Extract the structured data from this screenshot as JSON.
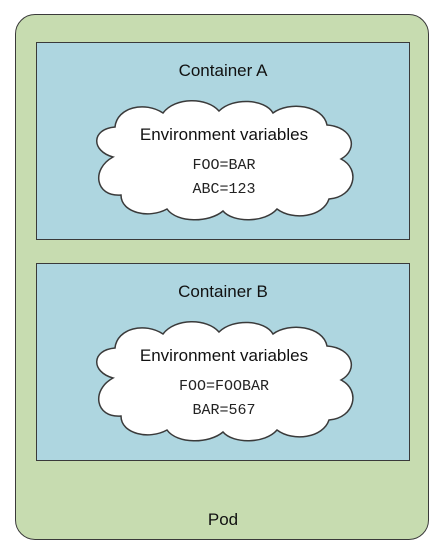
{
  "pod": {
    "label": "Pod"
  },
  "containers": [
    {
      "title": "Container A",
      "env_title": "Environment variables",
      "env_vars": [
        "FOO=BAR",
        "ABC=123"
      ]
    },
    {
      "title": "Container B",
      "env_title": "Environment variables",
      "env_vars": [
        "FOO=FOOBAR",
        "BAR=567"
      ]
    }
  ],
  "colors": {
    "pod_fill": "#c7dcb0",
    "container_fill": "#aed6e0",
    "cloud_fill": "#ffffff",
    "border": "#3a3a3a"
  }
}
